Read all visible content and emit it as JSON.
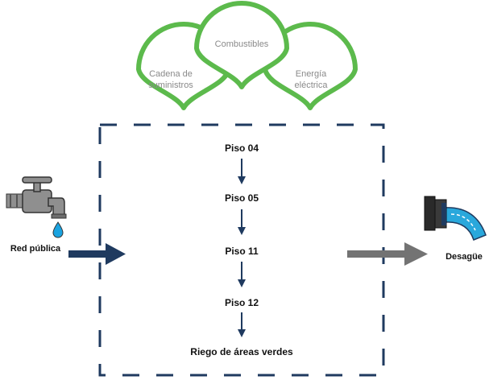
{
  "colors": {
    "pin_stroke": "#5cba4c",
    "pin_label": "#8a8a8a",
    "boundary": "#1f3a5f",
    "flow_arrow": "#1f3a5f",
    "input_arrow": "#1f3a5f",
    "output_arrow": "#737373",
    "faucet_body": "#8f8f8f",
    "water_drop": "#1aa3e0",
    "drain_pipe": "#2a2a2a",
    "drain_water": "#29a8dc"
  },
  "pins": [
    {
      "lines": [
        "Cadena de",
        "suministros"
      ]
    },
    {
      "lines": [
        "Combustibles"
      ]
    },
    {
      "lines": [
        "Energía",
        "eléctrica"
      ]
    }
  ],
  "steps": [
    {
      "label": "Piso 04"
    },
    {
      "label": "Piso 05"
    },
    {
      "label": "Piso 11"
    },
    {
      "label": "Piso 12"
    },
    {
      "label": "Riego de áreas verdes"
    }
  ],
  "input": {
    "label": "Red pública",
    "icon": "faucet-icon"
  },
  "output": {
    "label": "Desagüe",
    "icon": "drain-pipe-icon"
  }
}
